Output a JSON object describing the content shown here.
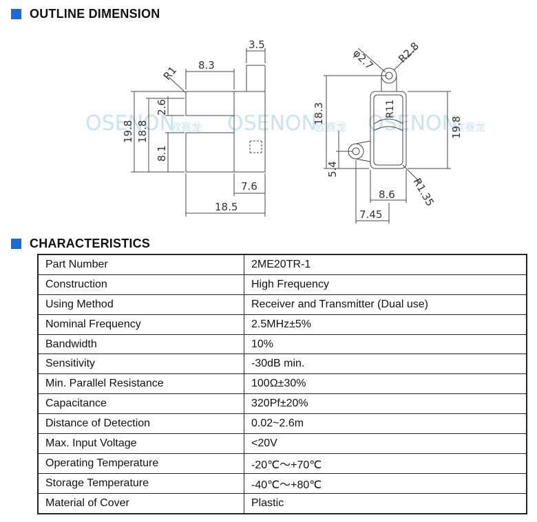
{
  "sections": {
    "outline_title": "OUTLINE DIMENSION",
    "characteristics_title": "CHARACTERISTICS"
  },
  "colors": {
    "accent": "#1a6ad8",
    "line": "#444444",
    "watermark": "#a9d3ee"
  },
  "drawing": {
    "watermark_brand": "OSENON",
    "watermark_cn": "欧赛龙",
    "left_view": {
      "top_width": "3.5",
      "slot_width": "8.3",
      "corner_radius": "R1",
      "slot_gap": "2.6",
      "total_height": "19.8",
      "inner_height": "18.8",
      "lower_height": "8.1",
      "step_width": "7.6",
      "overall_width": "18.5"
    },
    "right_view": {
      "hole_dia": "φ2.7",
      "hole_radius": "R2.8",
      "face_radius": "R11",
      "height_left": "18.3",
      "height_right": "19.8",
      "ear_offset": "5.4",
      "body_width": "8.6",
      "corner_radius": "R1.35",
      "ear_width": "7.45"
    }
  },
  "characteristics": [
    {
      "label": "Part Number",
      "value": "2ME20TR-1"
    },
    {
      "label": "Construction",
      "value": "High Frequency"
    },
    {
      "label": "Using Method",
      "value": "Receiver and Transmitter (Dual use)"
    },
    {
      "label": "Nominal Frequency",
      "value": "2.5MHz±5%"
    },
    {
      "label": "Bandwidth",
      "value": "10%"
    },
    {
      "label": "Sensitivity",
      "value": "-30dB min."
    },
    {
      "label": "Min. Parallel Resistance",
      "value": "100Ω±30%"
    },
    {
      "label": "Capacitance",
      "value": "320Pf±20%"
    },
    {
      "label": "Distance of Detection",
      "value": "0.02~2.6m"
    },
    {
      "label": "Max. Input Voltage",
      "value": "<20V"
    },
    {
      "label": "Operating Temperature",
      "value": "-20℃～+70℃"
    },
    {
      "label": "Storage Temperature",
      "value": "-40℃～+80℃"
    },
    {
      "label": "Material of Cover",
      "value": "Plastic"
    }
  ]
}
